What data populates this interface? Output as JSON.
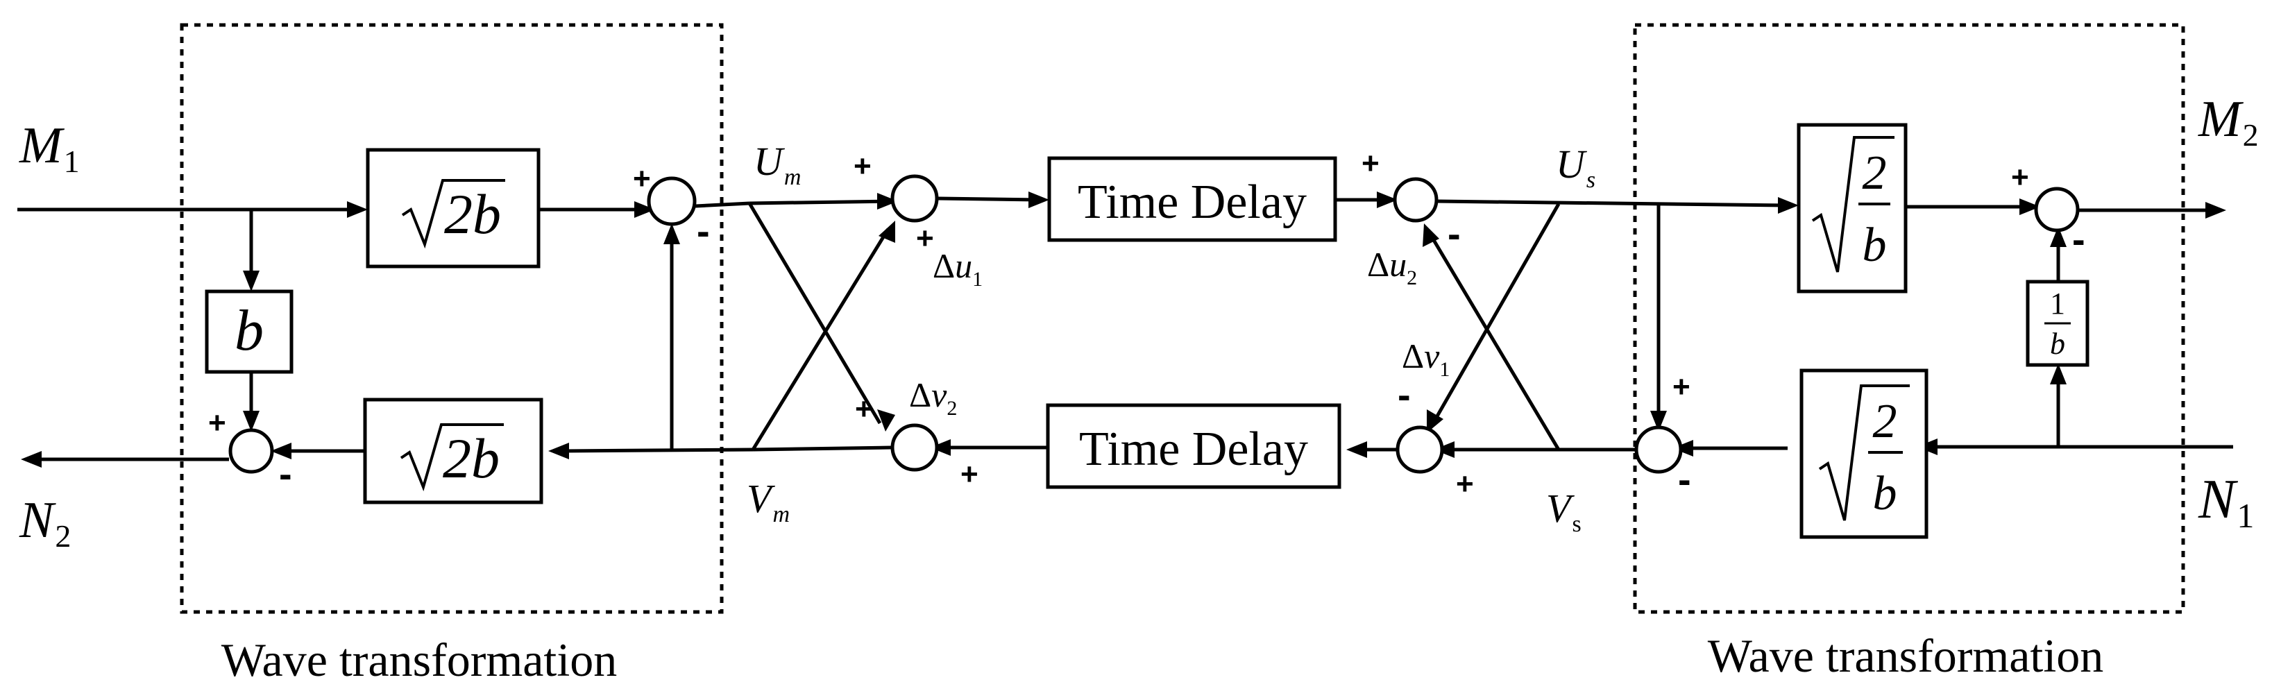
{
  "blocks": {
    "sqrt2b": "2b",
    "b": "b",
    "time_delay": "Time Delay",
    "two_over_b_num": "2",
    "two_over_b_den": "b",
    "one_over_b_num": "1",
    "one_over_b_den": "b"
  },
  "signals": {
    "M": "M",
    "M1_sub": "1",
    "N": "N",
    "N2_sub": "2",
    "M2_sub": "2",
    "N1_sub": "1",
    "U": "U",
    "V": "V",
    "m_sub": "m",
    "s_sub": "s",
    "delta": "Δ",
    "u": "u",
    "v": "v",
    "one": "1",
    "two": "2"
  },
  "signs": {
    "plus": "+",
    "minus": "-"
  },
  "regions": {
    "left_label": "Wave transformation",
    "right_label": "Wave transformation"
  }
}
